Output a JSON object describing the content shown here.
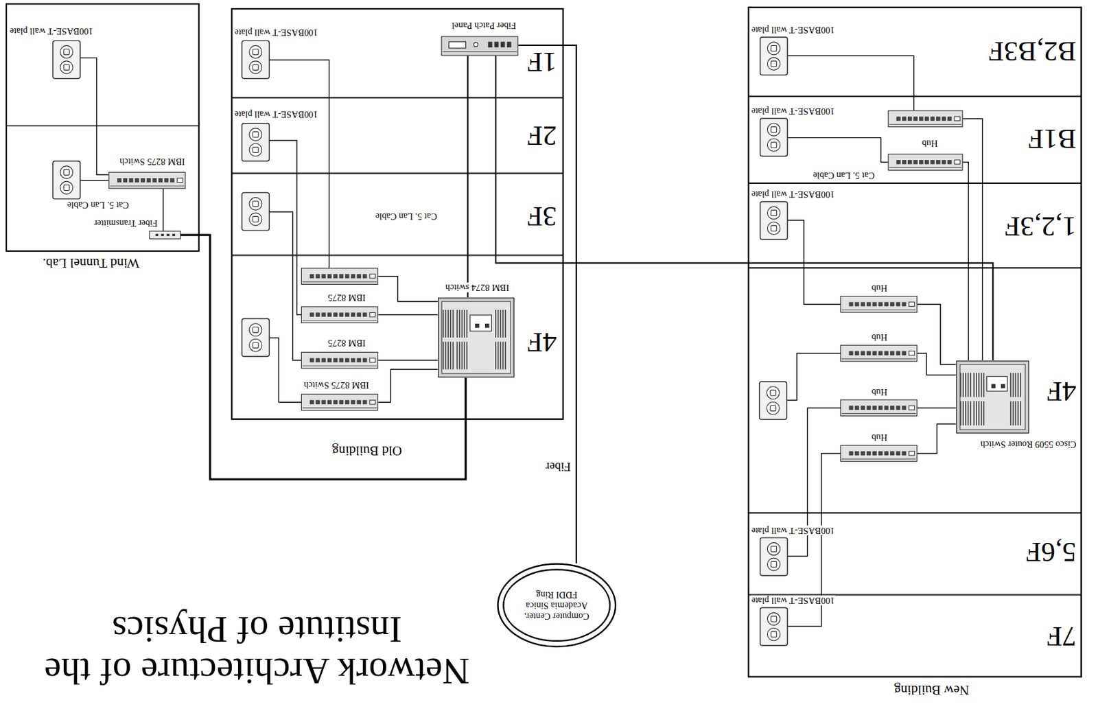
{
  "diagram": {
    "title": "Network Architecture of the Institute of Physics",
    "nodes": [
      {
        "text": [
          "New Building"
        ]
      },
      {
        "text": [
          "7F"
        ],
        "in": 0
      },
      {
        "text": [
          "100BASE-T wall plate"
        ],
        "in": 1
      },
      {
        "text": [
          "5,6F"
        ],
        "in": 0
      },
      {
        "text": [
          "100BASE-T wall plate"
        ],
        "in": 3
      },
      {
        "text": [
          "4F"
        ],
        "in": 0
      },
      {
        "text": [
          "Cisco 5509 Router Switch"
        ],
        "in": 5
      },
      {
        "text": [
          "Hub"
        ],
        "in": 5
      },
      {
        "text": [
          "Hub"
        ],
        "in": 5
      },
      {
        "text": [
          "Hub"
        ],
        "in": 5
      },
      {
        "text": [
          "Hub"
        ],
        "in": 5
      },
      {
        "text": [
          "1,2,3F"
        ],
        "in": 0
      },
      {
        "text": [
          "100BASE-T wall plate"
        ],
        "in": 11
      },
      {
        "text": [
          "B1F"
        ],
        "in": 0
      },
      {
        "text": [
          "Hub"
        ],
        "in": 13
      },
      {
        "text": [
          "100BASE-T wall plate"
        ],
        "in": 13
      },
      {
        "text": [
          "B2,B3F"
        ],
        "in": 0
      },
      {
        "text": [
          "100BASE-T wall plate"
        ],
        "in": 16
      },
      {
        "text": [
          "Old Building"
        ]
      },
      {
        "text": [
          "4F"
        ],
        "in": 18
      },
      {
        "text": [
          "IBM 8274 switch"
        ],
        "in": 19
      },
      {
        "text": [
          "IBM 8275 Switch"
        ],
        "in": 19
      },
      {
        "text": [
          "IBM 8275"
        ],
        "in": 19
      },
      {
        "text": [
          "IBM 8275"
        ],
        "in": 19
      },
      {
        "text": [
          "3F"
        ],
        "in": 18
      },
      {
        "text": [
          "2F"
        ],
        "in": 18
      },
      {
        "text": [
          "100BASE-T wall plate"
        ],
        "in": 25
      },
      {
        "text": [
          "1F"
        ],
        "in": 18
      },
      {
        "text": [
          "Fiber Patch Panel"
        ],
        "in": 27
      },
      {
        "text": [
          "100BASE-T wall plate"
        ],
        "in": 27
      },
      {
        "text": [
          "Wind Tunnel Lab."
        ]
      },
      {
        "text": [
          "IBM 8275 Switch"
        ],
        "in": 30
      },
      {
        "text": [
          "Fiber Transmitter"
        ],
        "in": 30
      },
      {
        "text": [
          "100BASE-T wall plate"
        ],
        "in": 30
      },
      {
        "text": [
          "Computer Center, Academia Sinica FDDI Ring"
        ]
      }
    ],
    "edges": [
      {
        "from": 34,
        "to": 28,
        "label": "Fiber",
        "arrow": "none"
      },
      {
        "from": 28,
        "to": 20,
        "arrow": "none"
      },
      {
        "from": 28,
        "to": 6,
        "arrow": "none"
      },
      {
        "from": 20,
        "to": 32,
        "arrow": "none"
      },
      {
        "from": 32,
        "to": 31,
        "arrow": "none"
      },
      {
        "from": 31,
        "to": 33,
        "arrow": "none"
      },
      {
        "from": 20,
        "to": 21,
        "arrow": "none"
      },
      {
        "from": 20,
        "to": 22,
        "arrow": "none"
      },
      {
        "from": 20,
        "to": 23,
        "arrow": "none"
      },
      {
        "from": 23,
        "to": 26,
        "arrow": "none"
      },
      {
        "from": 6,
        "to": 7,
        "arrow": "none"
      },
      {
        "from": 6,
        "to": 8,
        "arrow": "none"
      },
      {
        "from": 6,
        "to": 9,
        "arrow": "none"
      },
      {
        "from": 6,
        "to": 10,
        "arrow": "none"
      },
      {
        "from": 6,
        "to": 14,
        "arrow": "none"
      },
      {
        "from": 7,
        "to": 2,
        "arrow": "none"
      },
      {
        "from": 8,
        "to": 4,
        "arrow": "none"
      },
      {
        "from": 10,
        "to": 12,
        "arrow": "none"
      },
      {
        "from": 14,
        "to": 15,
        "arrow": "none"
      }
    ],
    "labels": [
      "Cat 5. Lan Cable",
      "Cat 5. Lan Cable",
      "Cat 5. Lan Cable"
    ]
  }
}
